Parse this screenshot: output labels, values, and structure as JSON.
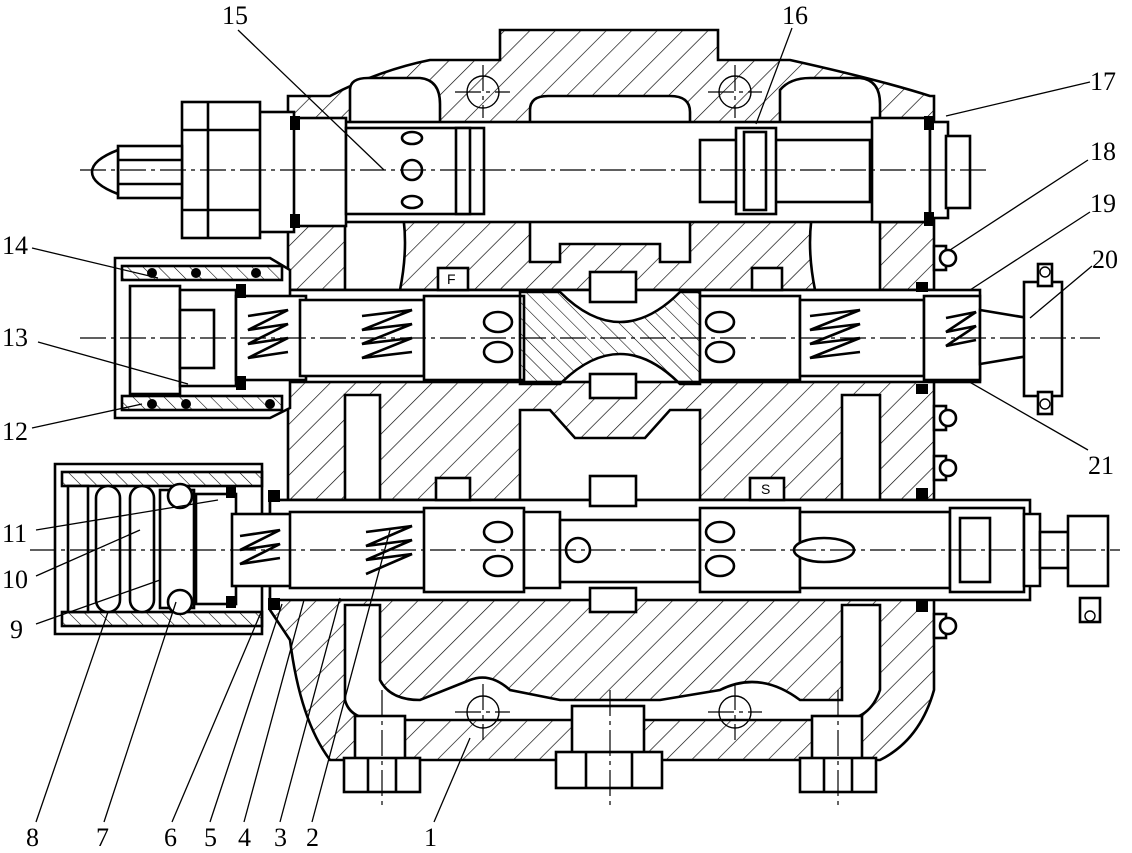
{
  "callouts": [
    "1",
    "2",
    "3",
    "4",
    "5",
    "6",
    "7",
    "8",
    "9",
    "10",
    "11",
    "12",
    "13",
    "14",
    "15",
    "16",
    "17",
    "18",
    "19",
    "20",
    "21"
  ],
  "valve_marks": [
    "F",
    "S"
  ]
}
